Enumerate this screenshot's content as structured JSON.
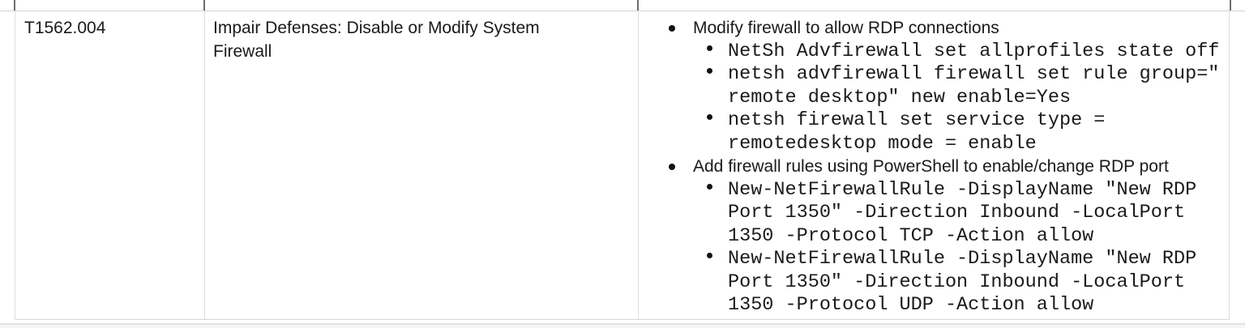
{
  "row": {
    "technique_id": "T1562.004",
    "technique_name": "Impair Defenses: Disable or Modify System\nFirewall",
    "details": [
      {
        "text": "Modify firewall to allow RDP connections",
        "commands": [
          "NetSh Advfirewall set allprofiles state off",
          "netsh advfirewall firewall set rule group=\"\nremote desktop\" new enable=Yes",
          "netsh firewall set service type =\nremotedesktop mode = enable"
        ]
      },
      {
        "text": "Add firewall rules using PowerShell to enable/change RDP port",
        "commands": [
          "New-NetFirewallRule -DisplayName \"New RDP\nPort 1350\" -Direction Inbound -LocalPort\n1350 -Protocol TCP -Action allow",
          "New-NetFirewallRule -DisplayName \"New RDP\nPort 1350\" -Direction Inbound -LocalPort\n1350 -Protocol UDP -Action allow"
        ]
      }
    ]
  },
  "colors": {
    "text": "#1a1a1a",
    "cell_border": "#dedede",
    "row_divider": "#d2d2d2",
    "previous_row_border": "#6e6e6e",
    "page_edge": "#e2e2e2"
  }
}
